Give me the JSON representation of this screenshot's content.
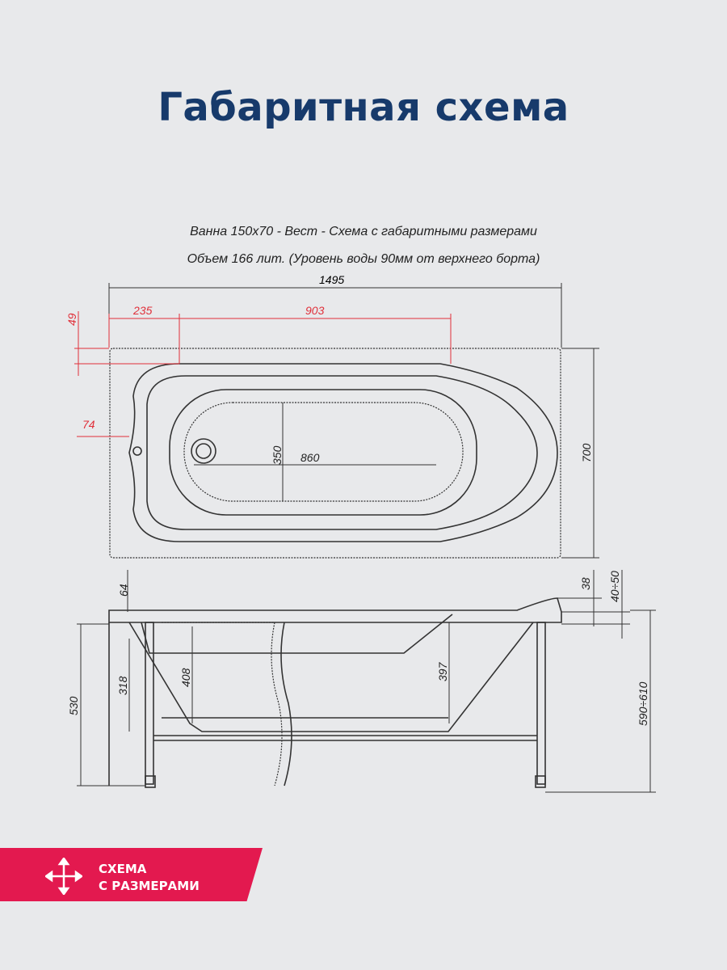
{
  "title": "Габаритная схема",
  "drawing": {
    "caption_line1": "Ванна 150x70 - Вест - Схема с габаритными размерами",
    "caption_line2": "Объем 166 лит. (Уровень воды 90мм от верхнего борта)",
    "top_view": {
      "length": "1495",
      "offset_235": "235",
      "span_903": "903",
      "offset_49": "49",
      "offset_74": "74",
      "inner_width": "350",
      "inner_length": "860",
      "width": "700"
    },
    "side_view": {
      "rim_64": "64",
      "height_530": "530",
      "depth_318": "318",
      "depth_408": "408",
      "depth_397": "397",
      "rim_38": "38",
      "adjust_40_50": "40÷50",
      "total_590_610": "590÷610"
    }
  },
  "badge": {
    "line1": "СХЕМА",
    "line2": "С РАЗМЕРАМИ",
    "icon": "move-arrows-icon",
    "color": "#e3194f"
  },
  "colors": {
    "title": "#173a6b",
    "red_dims": "#e0303a"
  }
}
